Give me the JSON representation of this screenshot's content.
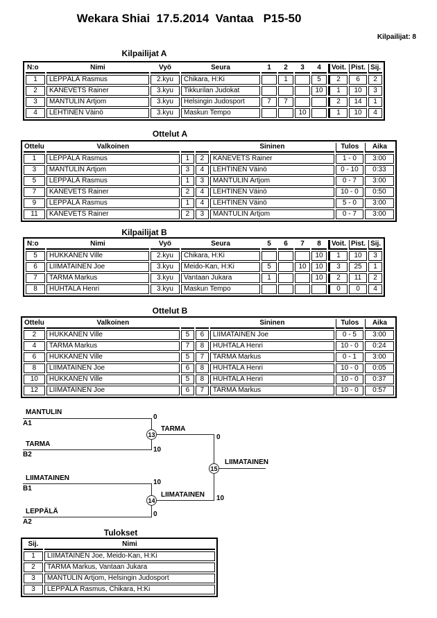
{
  "page": {
    "title": "Wekara Shiai  17.5.2014  Vantaa   P15-50",
    "competitors_count_label": "Kilpailijat: 8"
  },
  "kilpailijat_a": {
    "heading": "Kilpailijat A",
    "headers": {
      "no": "N:o",
      "nimi": "Nimi",
      "vyo": "Vyö",
      "seura": "Seura",
      "c1": "1",
      "c2": "2",
      "c3": "3",
      "c4": "4",
      "voit": "Voit.",
      "pist": "Pist.",
      "sij": "Sij."
    },
    "rows": [
      {
        "no": "1",
        "nimi": "LEPPÄLÄ Rasmus",
        "vyo": "2.kyu",
        "seura": "Chikara, H:Ki",
        "c1": "",
        "c2": "1",
        "c3": "",
        "c4": "5",
        "voit": "2",
        "pist": "6",
        "sij": "2"
      },
      {
        "no": "2",
        "nimi": "KANEVETS Rainer",
        "vyo": "3.kyu",
        "seura": "Tikkurilan Judokat",
        "c1": "",
        "c2": "",
        "c3": "",
        "c4": "10",
        "voit": "1",
        "pist": "10",
        "sij": "3"
      },
      {
        "no": "3",
        "nimi": "MANTULIN Artjom",
        "vyo": "3.kyu",
        "seura": "Helsingin Judosport",
        "c1": "7",
        "c2": "7",
        "c3": "",
        "c4": "",
        "voit": "2",
        "pist": "14",
        "sij": "1"
      },
      {
        "no": "4",
        "nimi": "LEHTINEN Väinö",
        "vyo": "3.kyu",
        "seura": "Maskun Tempo",
        "c1": "",
        "c2": "",
        "c3": "10",
        "c4": "",
        "voit": "1",
        "pist": "10",
        "sij": "4"
      }
    ]
  },
  "ottelut_a": {
    "heading": "Ottelut A",
    "headers": {
      "ottelu": "Ottelu",
      "valkoinen": "Valkoinen",
      "sininen": "Sininen",
      "tulos": "Tulos",
      "aika": "Aika"
    },
    "rows": [
      {
        "ottelu": "1",
        "valkoinen": "LEPPÄLÄ Rasmus",
        "vno": "1",
        "sno": "2",
        "sininen": "KANEVETS Rainer",
        "tulos": "1 - 0",
        "aika": "3:00"
      },
      {
        "ottelu": "3",
        "valkoinen": "MANTULIN Artjom",
        "vno": "3",
        "sno": "4",
        "sininen": "LEHTINEN Väinö",
        "tulos": "0 - 10",
        "aika": "0:33"
      },
      {
        "ottelu": "5",
        "valkoinen": "LEPPÄLÄ Rasmus",
        "vno": "1",
        "sno": "3",
        "sininen": "MANTULIN Artjom",
        "tulos": "0 - 7",
        "aika": "3:00"
      },
      {
        "ottelu": "7",
        "valkoinen": "KANEVETS Rainer",
        "vno": "2",
        "sno": "4",
        "sininen": "LEHTINEN Väinö",
        "tulos": "10 - 0",
        "aika": "0:50"
      },
      {
        "ottelu": "9",
        "valkoinen": "LEPPÄLÄ Rasmus",
        "vno": "1",
        "sno": "4",
        "sininen": "LEHTINEN Väinö",
        "tulos": "5 - 0",
        "aika": "3:00"
      },
      {
        "ottelu": "11",
        "valkoinen": "KANEVETS Rainer",
        "vno": "2",
        "sno": "3",
        "sininen": "MANTULIN Artjom",
        "tulos": "0 - 7",
        "aika": "3:00"
      }
    ]
  },
  "kilpailijat_b": {
    "heading": "Kilpailijat B",
    "headers": {
      "no": "N:o",
      "nimi": "Nimi",
      "vyo": "Vyö",
      "seura": "Seura",
      "c1": "5",
      "c2": "6",
      "c3": "7",
      "c4": "8",
      "voit": "Voit.",
      "pist": "Pist.",
      "sij": "Sij."
    },
    "rows": [
      {
        "no": "5",
        "nimi": "HUKKANEN Ville",
        "vyo": "2.kyu",
        "seura": "Chikara, H:Ki",
        "c1": "",
        "c2": "",
        "c3": "",
        "c4": "10",
        "voit": "1",
        "pist": "10",
        "sij": "3"
      },
      {
        "no": "6",
        "nimi": "LIIMATAINEN Joe",
        "vyo": "3.kyu",
        "seura": "Meido-Kan, H:Ki",
        "c1": "5",
        "c2": "",
        "c3": "10",
        "c4": "10",
        "voit": "3",
        "pist": "25",
        "sij": "1"
      },
      {
        "no": "7",
        "nimi": "TARMA Markus",
        "vyo": "3.kyu",
        "seura": "Vantaan Jukara",
        "c1": "1",
        "c2": "",
        "c3": "",
        "c4": "10",
        "voit": "2",
        "pist": "11",
        "sij": "2"
      },
      {
        "no": "8",
        "nimi": "HUHTALA Henri",
        "vyo": "3.kyu",
        "seura": "Maskun Tempo",
        "c1": "",
        "c2": "",
        "c3": "",
        "c4": "",
        "voit": "0",
        "pist": "0",
        "sij": "4"
      }
    ]
  },
  "ottelut_b": {
    "heading": "Ottelut B",
    "headers": {
      "ottelu": "Ottelu",
      "valkoinen": "Valkoinen",
      "sininen": "Sininen",
      "tulos": "Tulos",
      "aika": "Aika"
    },
    "rows": [
      {
        "ottelu": "2",
        "valkoinen": "HUKKANEN Ville",
        "vno": "5",
        "sno": "6",
        "sininen": "LIIMATAINEN Joe",
        "tulos": "0 - 5",
        "aika": "3:00"
      },
      {
        "ottelu": "4",
        "valkoinen": "TARMA Markus",
        "vno": "7",
        "sno": "8",
        "sininen": "HUHTALA Henri",
        "tulos": "10 - 0",
        "aika": "0:24"
      },
      {
        "ottelu": "6",
        "valkoinen": "HUKKANEN Ville",
        "vno": "5",
        "sno": "7",
        "sininen": "TARMA Markus",
        "tulos": "0 - 1",
        "aika": "3:00"
      },
      {
        "ottelu": "8",
        "valkoinen": "LIIMATAINEN Joe",
        "vno": "6",
        "sno": "8",
        "sininen": "HUHTALA Henri",
        "tulos": "10 - 0",
        "aika": "0:05"
      },
      {
        "ottelu": "10",
        "valkoinen": "HUKKANEN Ville",
        "vno": "5",
        "sno": "8",
        "sininen": "HUHTALA Henri",
        "tulos": "10 - 0",
        "aika": "0:37"
      },
      {
        "ottelu": "12",
        "valkoinen": "LIIMATAINEN Joe",
        "vno": "6",
        "sno": "7",
        "sininen": "TARMA Markus",
        "tulos": "10 - 0",
        "aika": "0:57"
      }
    ]
  },
  "bracket": {
    "semifinal_1": {
      "match_no": "13",
      "top_name": "MANTULIN",
      "top_seed": "A1",
      "top_score": "0",
      "bottom_name": "TARMA",
      "bottom_seed": "B2",
      "bottom_score": "10",
      "winner": "TARMA",
      "winner_score": "0"
    },
    "semifinal_2": {
      "match_no": "14",
      "top_name": "LIIMATAINEN",
      "top_seed": "B1",
      "top_score": "10",
      "bottom_name": "LEPPÄLÄ",
      "bottom_seed": "A2",
      "bottom_score": "0",
      "winner": "LIIMATAINEN",
      "winner_score": "10"
    },
    "final": {
      "match_no": "15",
      "winner": "LIIMATAINEN"
    }
  },
  "tulokset": {
    "heading": "Tulokset",
    "headers": {
      "sij": "Sij.",
      "nimi": "Nimi"
    },
    "rows": [
      {
        "sij": "1",
        "nimi": "LIIMATAINEN Joe, Meido-Kan, H:Ki"
      },
      {
        "sij": "2",
        "nimi": "TARMA Markus, Vantaan Jukara"
      },
      {
        "sij": "3",
        "nimi": "MANTULIN Artjom, Helsingin Judosport"
      },
      {
        "sij": "3",
        "nimi": "LEPPÄLÄ Rasmus, Chikara, H:Ki"
      }
    ]
  }
}
